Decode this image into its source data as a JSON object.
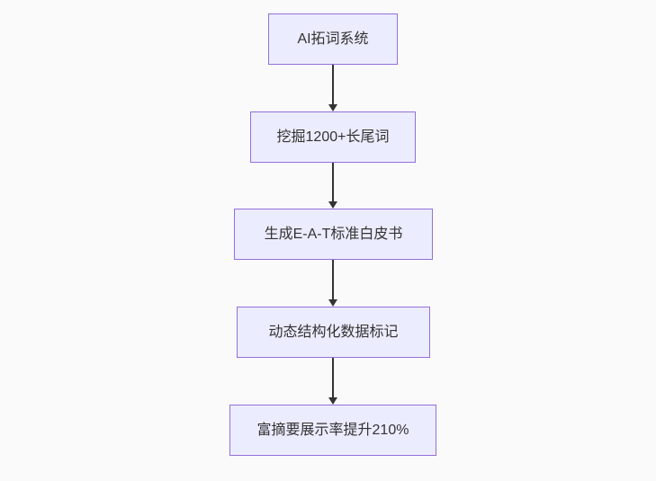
{
  "diagram": {
    "type": "flowchart",
    "direction": "top-down",
    "nodes": [
      {
        "label": "AI拓词系统"
      },
      {
        "label": "挖掘1200+长尾词"
      },
      {
        "label": "生成E-A-T标准白皮书"
      },
      {
        "label": "动态结构化数据标记"
      },
      {
        "label": "富摘要展示率提升210%"
      }
    ],
    "edges": [
      {
        "from": 0,
        "to": 1
      },
      {
        "from": 1,
        "to": 2
      },
      {
        "from": 2,
        "to": 3
      },
      {
        "from": 3,
        "to": 4
      }
    ]
  },
  "colors": {
    "page-bg": "#fafafa",
    "node-fill": "#ececff",
    "node-border": "#9370db",
    "node-text": "#333333",
    "arrow": "#333333"
  }
}
